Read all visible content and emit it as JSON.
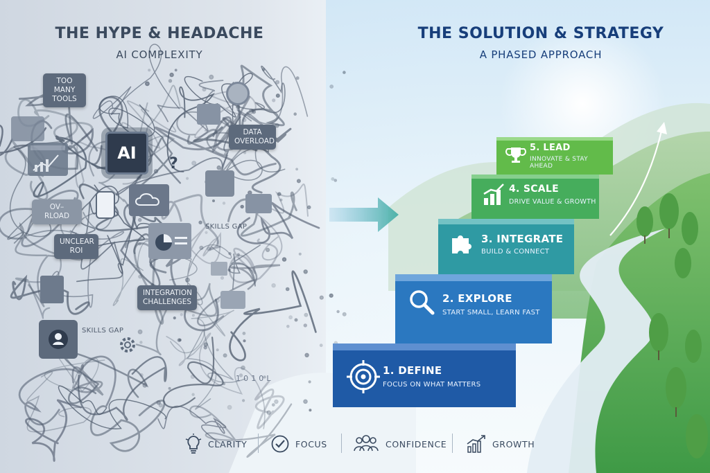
{
  "left": {
    "title": "THE HYPE & HEADACHE",
    "subtitle": "AI COMPLEXITY",
    "chip_label": "AI",
    "labels": {
      "too_many_tools": "TOO MANY\nTOOLS",
      "data_overload": "DATA\nOVERLOAD",
      "overload": "OV–RLOAD",
      "skills_gap_1": "SKILLS GAP",
      "unclear_roi": "UNCLEAR\nROI",
      "integration": "INTEGRATION\nCHALLENGES",
      "skills_gap_2": "SKILLS GAP",
      "binary": "1 0 1 0 L"
    }
  },
  "right": {
    "title": "THE SOLUTION & STRATEGY",
    "subtitle": "A PHASED APPROACH",
    "steps": [
      {
        "title": "1. DEFINE",
        "subtitle": "FOCUS ON WHAT MATTERS",
        "icon": "target-icon"
      },
      {
        "title": "2. EXPLORE",
        "subtitle": "START SMALL, LEARN FAST",
        "icon": "magnifier-icon"
      },
      {
        "title": "3. INTEGRATE",
        "subtitle": "BUILD & CONNECT",
        "icon": "puzzle-icon"
      },
      {
        "title": "4. SCALE",
        "subtitle": "DRIVE VALUE & GROWTH",
        "icon": "bar-growth-icon"
      },
      {
        "title": "5. LEAD",
        "subtitle": "INNOVATE & STAY AHEAD",
        "icon": "trophy-icon"
      }
    ]
  },
  "bottom": {
    "items": [
      {
        "label": "CLARITY",
        "icon": "lightbulb-icon"
      },
      {
        "label": "FOCUS",
        "icon": "checkmark-icon"
      },
      {
        "label": "CONFIDENCE",
        "icon": "people-icon"
      },
      {
        "label": "GROWTH",
        "icon": "growth-chart-icon"
      }
    ]
  },
  "colors": {
    "step1": "#1f5aa6",
    "step2": "#2b78c0",
    "step3": "#2f9aa3",
    "step4": "#46ad5c",
    "step5": "#62bb4a",
    "left_dark": "#3b4a5e",
    "right_title": "#173e7a"
  }
}
